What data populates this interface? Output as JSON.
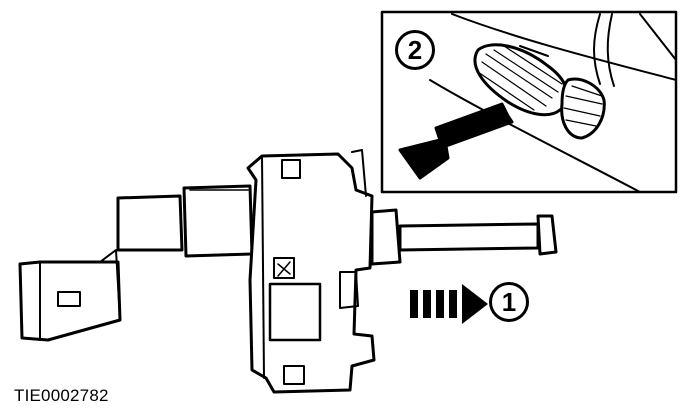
{
  "callouts": {
    "one": "1",
    "two": "2"
  },
  "reference_code": "TIE0002782",
  "colors": {
    "ink": "#000000",
    "paper": "#ffffff"
  },
  "icons": [
    "arrow-icon",
    "dashed-arrow-icon",
    "clutch-pedal-icon",
    "brake-pedal-icon"
  ]
}
